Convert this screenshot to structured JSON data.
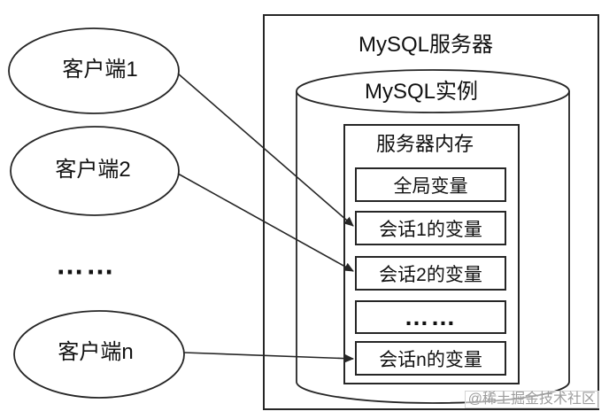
{
  "clients": {
    "client1": "客户端1",
    "client2": "客户端2",
    "ellipsis": "……",
    "clientn": "客户端n"
  },
  "server": {
    "title": "MySQL服务器",
    "instance_title": "MySQL实例",
    "memory": {
      "title": "服务器内存",
      "boxes": [
        "全局变量",
        "会话1的变量",
        "会话2的变量",
        "……",
        "会话n的变量"
      ]
    }
  },
  "watermark": "@稀土掘金技术社区",
  "colors": {
    "line": "#262626",
    "text": "#111111",
    "watermark": "#9c9c9c",
    "background": "#ffffff"
  }
}
